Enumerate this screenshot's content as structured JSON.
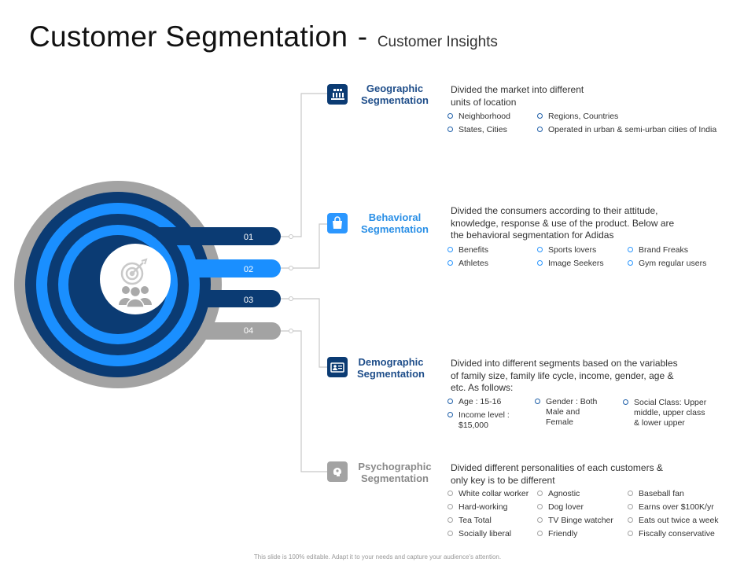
{
  "title": {
    "main": "Customer Segmentation",
    "separator": "-",
    "sub": "Customer Insights"
  },
  "center_icons": [
    "target-icon",
    "people-group-icon"
  ],
  "tabs": [
    {
      "label": "01",
      "color": "#0b3b73"
    },
    {
      "label": "02",
      "color": "#1a8fff"
    },
    {
      "label": "03",
      "color": "#0b3b73"
    },
    {
      "label": "04",
      "color": "#a3a3a3"
    }
  ],
  "sections": [
    {
      "icon": "geography-icon",
      "title_line1": "Geographic",
      "title_line2": "Segmentation",
      "title_color": "#1f4e8a",
      "icon_color": "#0b3b73",
      "bullet_color": "#1f5fa8",
      "description": [
        "Divided  the market into different",
        "units of location"
      ],
      "bullets": [
        [
          "Neighborhood",
          "States, Cities"
        ],
        [
          "Regions,  Countries",
          "Operated in urban & semi-urban  cities of India"
        ]
      ]
    },
    {
      "icon": "shopping-bag-icon",
      "title_line1": "Behavioral",
      "title_line2": "Segmentation",
      "title_color": "#2a8fe6",
      "icon_color": "#2b97ff",
      "bullet_color": "#2b97ff",
      "description": [
        "Divided  the consumers according to their attitude,",
        "knowledge, response & use of the product. Below are",
        "the behavioral  segmentation for Adidas"
      ],
      "bullets": [
        [
          "Benefits",
          "Athletes"
        ],
        [
          "Sports lovers",
          "Image  Seekers"
        ],
        [
          "Brand Freaks",
          "Gym regular users"
        ]
      ]
    },
    {
      "icon": "id-card-icon",
      "title_line1": "Demographic",
      "title_line2": "Segmentation",
      "title_color": "#1f4e8a",
      "icon_color": "#0b3b73",
      "bullet_color": "#1f5fa8",
      "description": [
        "Divided  into different  segments based on the variables",
        "of family size, family life cycle, income, gender, age &",
        "etc. As follows:"
      ],
      "bullets": [
        [
          "Age : 15-16",
          "Income  level :\n$15,000"
        ],
        [
          "Gender : Both\nMale  and\nFemale"
        ],
        [
          "Social Class: Upper\nmiddle,  upper class\n& lower upper"
        ]
      ]
    },
    {
      "icon": "brain-gears-icon",
      "title_line1": "Psychographic",
      "title_line2": "Segmentation",
      "title_color": "#8a8a8a",
      "icon_color": "#a3a3a3",
      "bullet_color": "#a3a3a3",
      "description": [
        "Divided  different  personalities of each customers &",
        "only key is to be different"
      ],
      "bullets": [
        [
          "White collar worker",
          "Hard-working",
          "Tea Total",
          "Socially liberal"
        ],
        [
          "Agnostic",
          "Dog lover",
          "TV Binge  watcher",
          "Friendly"
        ],
        [
          "Baseball fan",
          "Earns over $100K/yr",
          "Eats out twice a week",
          "Fiscally conservative"
        ]
      ]
    }
  ],
  "footer": "This slide is 100% editable. Adapt it to your needs and capture your audience's attention."
}
